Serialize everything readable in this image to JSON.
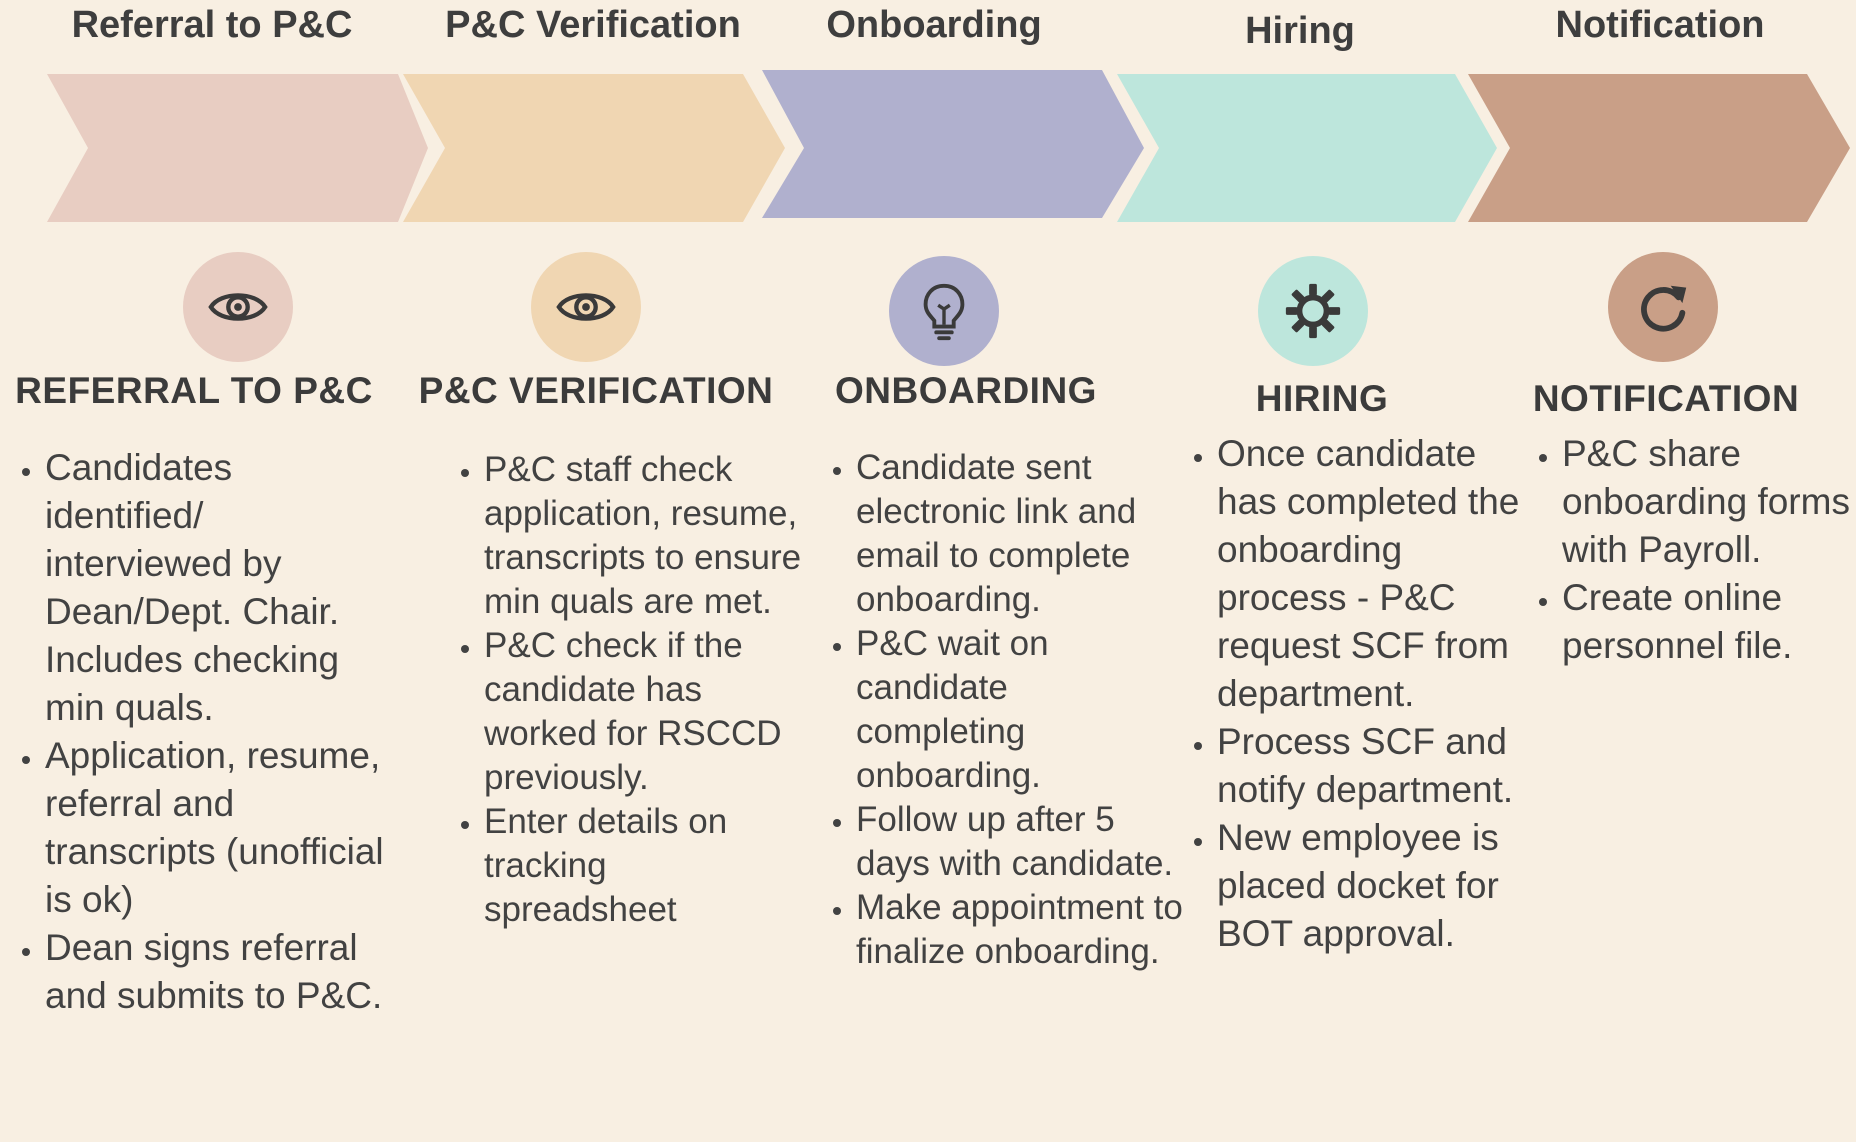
{
  "colors": {
    "background": "#f8efe2",
    "stage_1": "#e8cdc2",
    "stage_2": "#f0d6b2",
    "stage_3": "#b0b0ce",
    "stage_4": "#bde6dc",
    "stage_5": "#c99f87",
    "icon_stroke": "#3a3a3a"
  },
  "stages": [
    {
      "title": "Referral to P&C",
      "heading": "REFERRAL TO P&C",
      "icon": "eye-icon",
      "bullets": [
        "Candidates identified/ interviewed by Dean/Dept. Chair. Includes checking min quals.",
        "Application, resume, referral and transcripts (unofficial is ok)",
        "Dean signs referral and submits to P&C."
      ]
    },
    {
      "title": "P&C Verification",
      "heading": "P&C VERIFICATION",
      "icon": "eye-icon",
      "bullets": [
        "P&C staff check application, resume, transcripts to ensure min quals are met.",
        "P&C check if the candidate has worked for RSCCD previously.",
        "Enter details on tracking spreadsheet"
      ]
    },
    {
      "title": "Onboarding",
      "heading": "ONBOARDING",
      "icon": "lightbulb-icon",
      "bullets": [
        "Candidate sent electronic link and email to complete onboarding.",
        "P&C wait on candidate completing onboarding.",
        "Follow up after 5 days with candidate.",
        "Make appointment to finalize onboarding."
      ]
    },
    {
      "title": "Hiring",
      "heading": "HIRING",
      "icon": "gear-icon",
      "bullets": [
        "Once candidate has completed the onboarding process - P&C request SCF from department.",
        "Process SCF and notify department.",
        "New employee is placed docket for BOT approval."
      ]
    },
    {
      "title": "Notification",
      "heading": "NOTIFICATION",
      "icon": "refresh-icon",
      "bullets": [
        "P&C share onboarding forms with Payroll.",
        "Create online personnel file."
      ]
    }
  ]
}
